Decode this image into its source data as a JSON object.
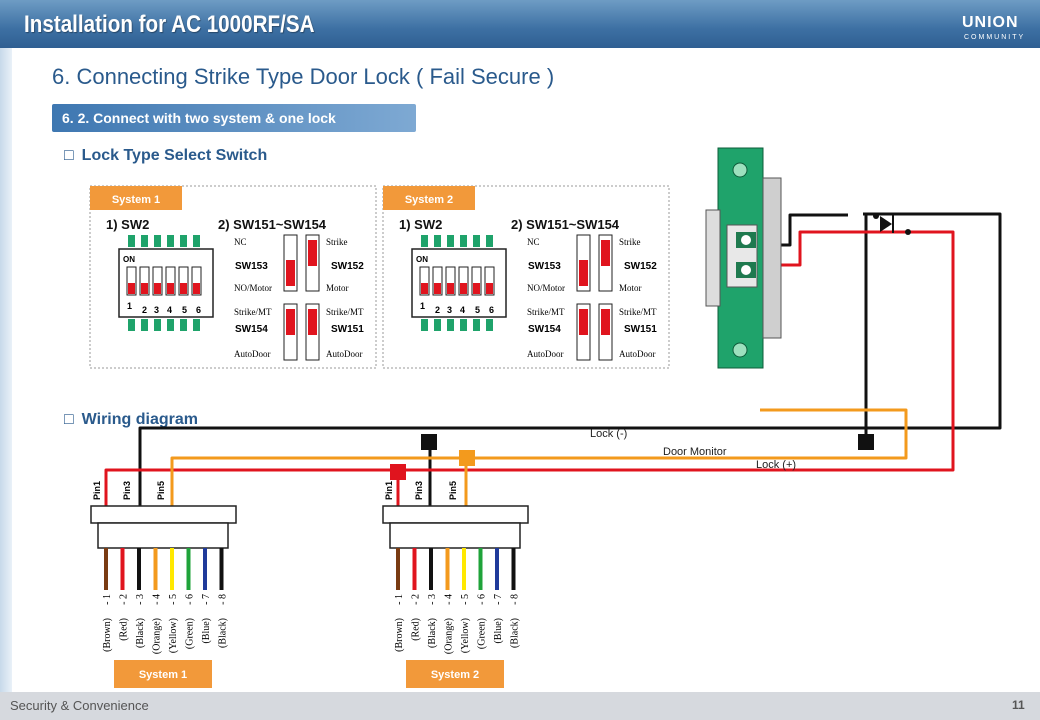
{
  "header": {
    "title": "Installation for AC 1000RF/SA",
    "logo": "UNION",
    "logo_sub": "COMMUNITY"
  },
  "page_title": "6. Connecting Strike Type Door Lock ( Fail Secure )",
  "subtitle": "6. 2. Connect with two system & one lock",
  "section_switch": " Lock Type Select Switch",
  "section_wiring": " Wiring diagram",
  "switch_panels": {
    "sys1_tag": "System 1",
    "sys2_tag": "System 2",
    "sw2_title": "1) SW2",
    "sw151_title": "2) SW151~SW154",
    "dip_on": "ON",
    "dip_nums": [
      "1",
      "2",
      "3",
      "4",
      "5",
      "6"
    ],
    "nc": "NC",
    "strike": "Strike",
    "sw153": "SW153",
    "sw152": "SW152",
    "no_motor": "NO/Motor",
    "motor": "Motor",
    "strike_mt": "Strike/MT",
    "sw154": "SW154",
    "sw151": "SW151",
    "autodoor": "AutoDoor"
  },
  "wiring": {
    "lock_minus": "Lock (-)",
    "door_monitor": "Door Monitor",
    "lock_plus": "Lock (+)",
    "pin1": "Pin1",
    "pin3": "Pin3",
    "pin5": "Pin5",
    "wire_nums": [
      "- 1",
      "- 2",
      "- 3",
      "- 4",
      "- 5",
      "- 6",
      "- 7",
      "- 8"
    ],
    "wire_names": [
      "(Brown)",
      "(Red)",
      "(Black)",
      "(Orange)",
      "(Yellow)",
      "(Green)",
      "(Blue)",
      "(Black)"
    ],
    "wire_colors": [
      "#7a3b12",
      "#e0141e",
      "#111111",
      "#f39a1d",
      "#ffe800",
      "#1fa33a",
      "#1f3a9a",
      "#111111"
    ],
    "sys1_label": "System 1",
    "sys2_label": "System 2"
  },
  "footer": {
    "text": "Security & Convenience",
    "page": "11"
  },
  "colors": {
    "brand_blue": "#3d70a3",
    "tag_orange": "#f2993a",
    "lock_green": "#1fa36b"
  }
}
